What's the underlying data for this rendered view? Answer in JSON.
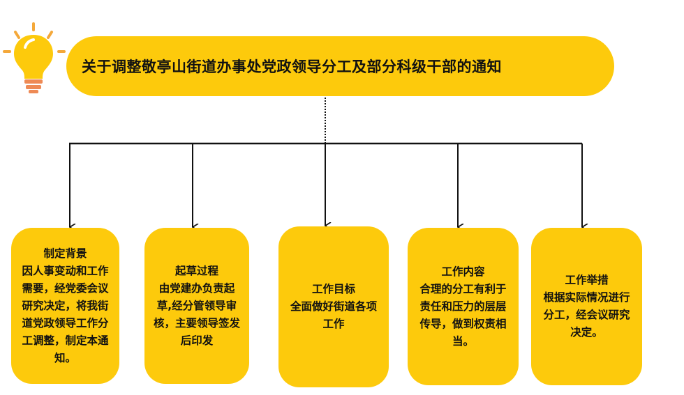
{
  "title": "关于调整敬亭山街道办事处党政领导分工及部分科级干部的通知",
  "icon": "lightbulb-icon",
  "colors": {
    "box": "#fdca0c",
    "bulb": "#fdca0c",
    "bulb_rays": "#f4a83a",
    "bulb_base": "#ee8a55",
    "line": "#111111"
  },
  "boxes": [
    {
      "heading": "制定背景",
      "text": "因人事变动和工作需要，经党委会议研究决定，将我街道党政领导工作分工调整，制定本通知。"
    },
    {
      "heading": "起草过程",
      "text": "由党建办负责起草,经分管领导审核，主要领导签发后印发"
    },
    {
      "heading": "工作目标",
      "text": "全面做好街道各项工作"
    },
    {
      "heading": "工作内容",
      "text": "合理的分工有利于责任和压力的层层传导，做到权责相当。"
    },
    {
      "heading": "工作举措",
      "text": "根据实际情况进行分工，经会议研究决定。"
    }
  ]
}
